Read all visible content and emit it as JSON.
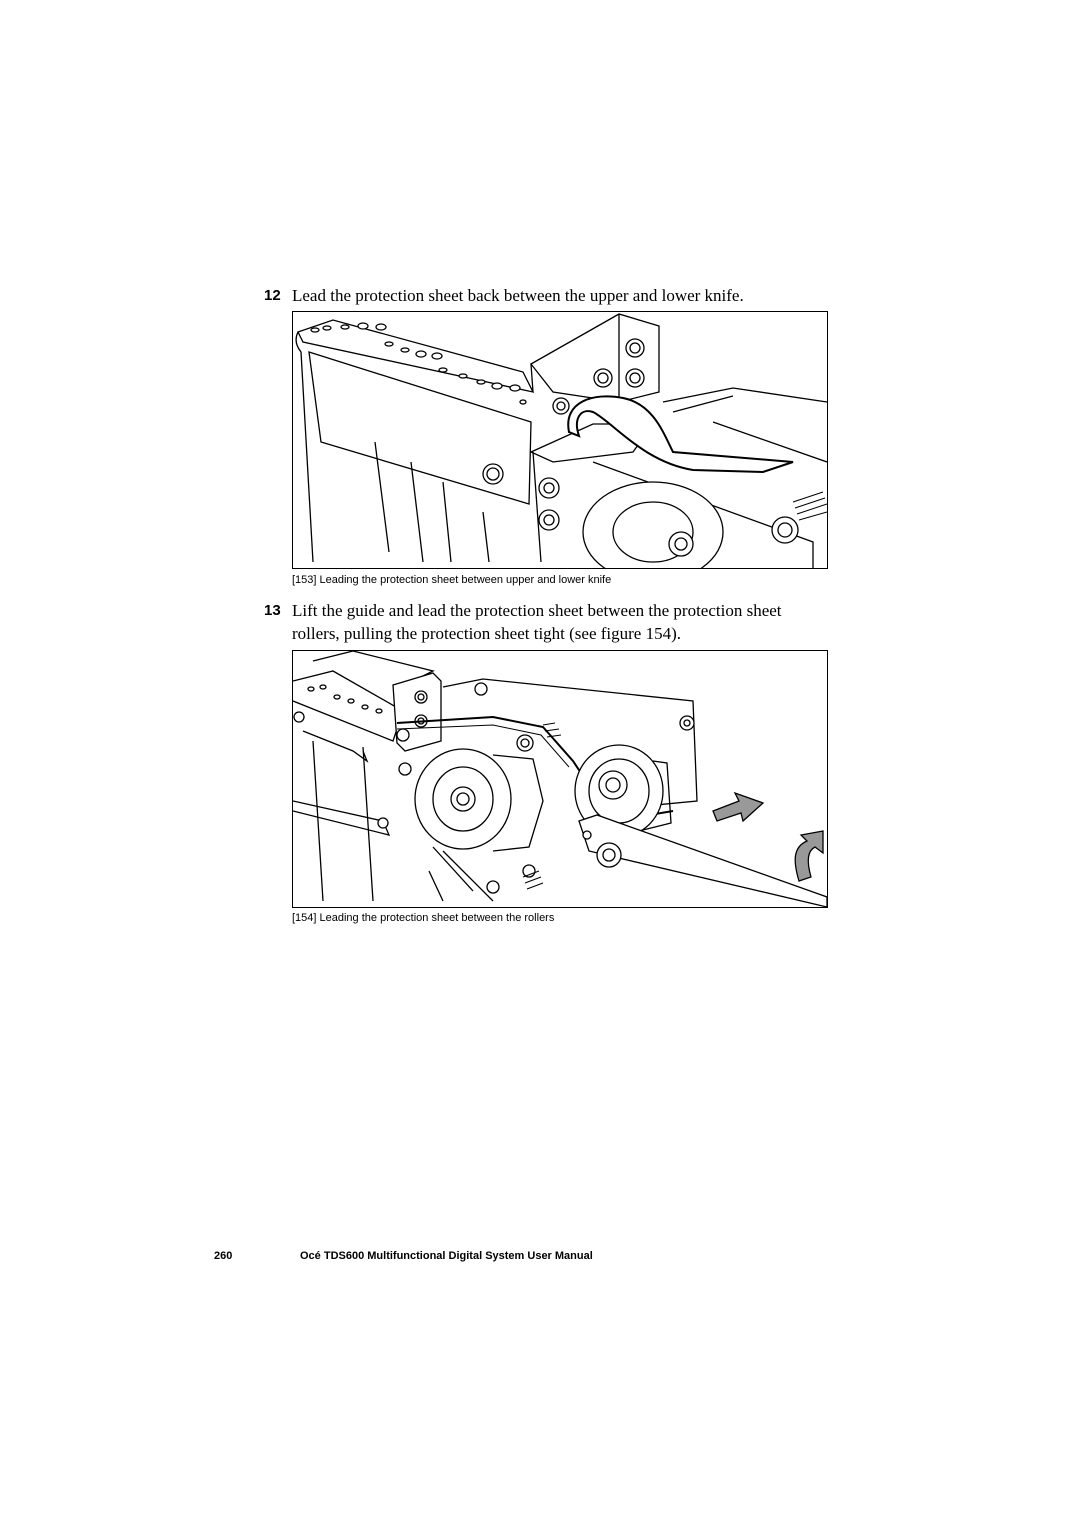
{
  "steps": [
    {
      "number": "12",
      "text": "Lead the protection sheet back between the upper and lower knife."
    },
    {
      "number": "13",
      "text": "Lift the guide and lead the protection sheet between the protection sheet rollers, pulling the protection sheet tight (see figure 154)."
    }
  ],
  "figures": [
    {
      "caption": "[153] Leading the protection sheet between upper and lower knife"
    },
    {
      "caption": "[154] Leading the protection sheet between the rollers"
    }
  ],
  "footer": {
    "page_number": "260",
    "manual_title": "Océ TDS600 Multifunctional Digital System User Manual"
  }
}
